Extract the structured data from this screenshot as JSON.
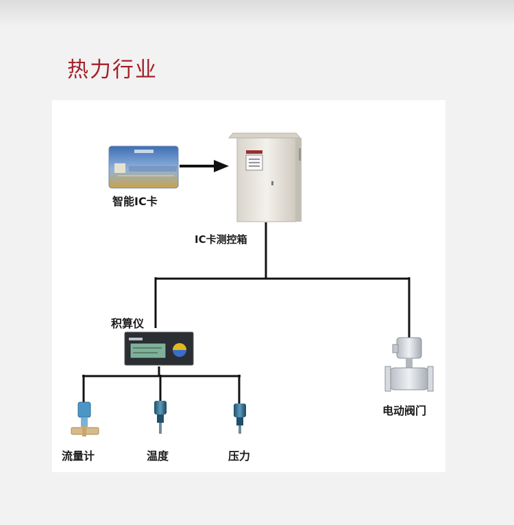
{
  "header": {
    "title": "热力行业"
  },
  "diagram": {
    "ic_card": {
      "label": "智能IC卡"
    },
    "control_box": {
      "label": "IC卡测控箱"
    },
    "integrator": {
      "label": "积算仪"
    },
    "flowmeter": {
      "label": "流量计"
    },
    "temperature": {
      "label": "温度"
    },
    "pressure": {
      "label": "压力"
    },
    "valve": {
      "label": "电动阀门"
    }
  },
  "colors": {
    "title": "#a3202a",
    "line": "#111111",
    "cabinet": "#e9e6df",
    "card": "#4a7fbf"
  }
}
